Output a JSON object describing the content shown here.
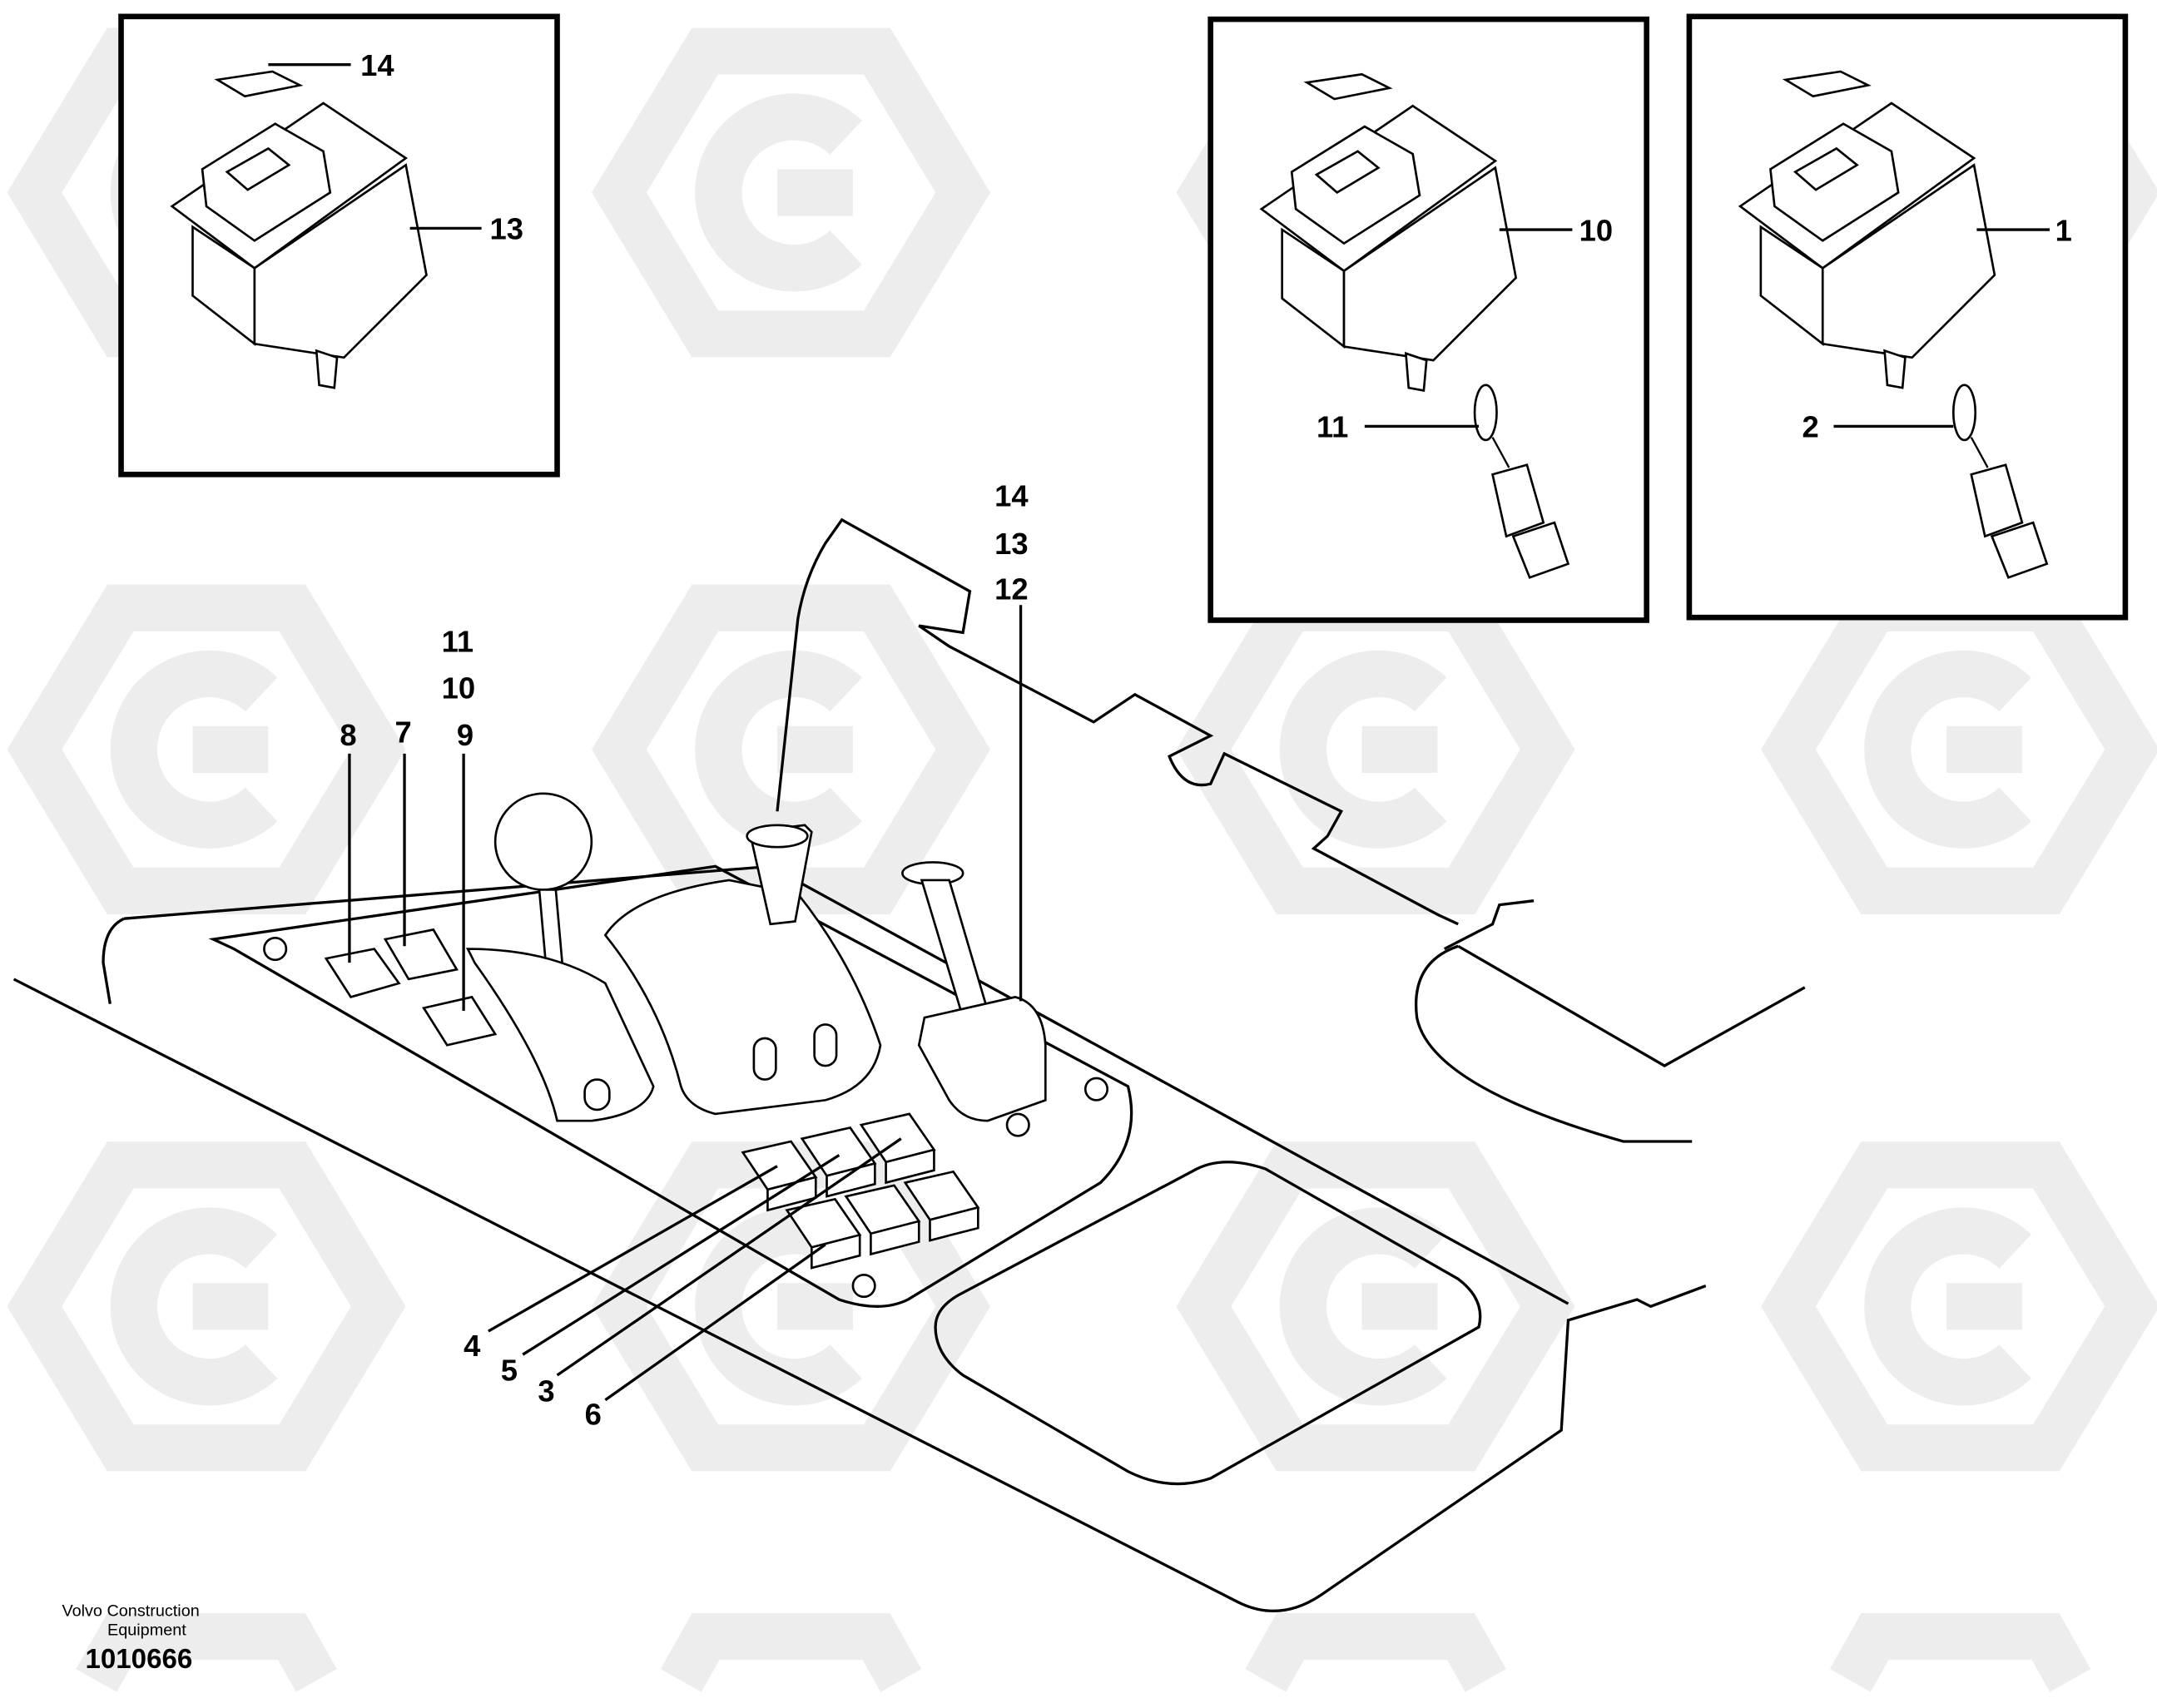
{
  "diagram": {
    "inset_left": {
      "labels": [
        "14",
        "13"
      ]
    },
    "inset_middle": {
      "labels": [
        "10",
        "11"
      ]
    },
    "inset_right": {
      "labels": [
        "1",
        "2"
      ]
    },
    "main": {
      "lever_stack": [
        "14",
        "13",
        "12"
      ],
      "switch_stack": [
        "11",
        "10",
        "9"
      ],
      "switch_labels": [
        "8",
        "7"
      ],
      "bottom_labels": [
        "4",
        "5",
        "3",
        "6"
      ]
    },
    "footer": {
      "company_line1": "Volvo Construction",
      "company_line2": "Equipment",
      "drawing_number": "1010666"
    }
  }
}
